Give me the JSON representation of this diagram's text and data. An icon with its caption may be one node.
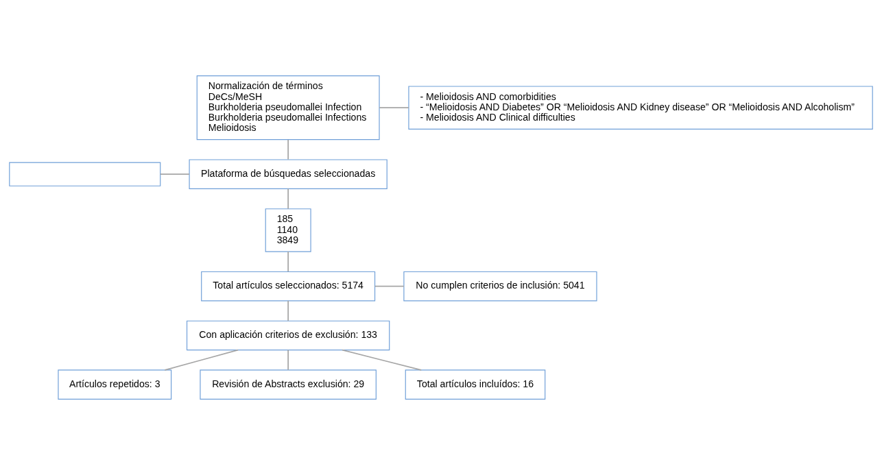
{
  "diagram": {
    "nodes": [
      {
        "text": [
          "Normalización de términos",
          "DeCs/MeSH",
          "Burkholderia pseudomallei Infection",
          "Burkholderia pseudomallei Infections",
          "Melioidosis"
        ]
      },
      {
        "text": [
          "- Melioidosis AND comorbidities",
          "- “Melioidosis AND Diabetes” OR “Melioidosis AND Kidney disease” OR “Melioidosis AND Alcoholism”",
          "- Melioidosis AND Clinical difficulties"
        ]
      },
      {
        "text": [],
        "shape": "box"
      },
      {
        "text": [
          "Plataforma de búsquedas seleccionadas"
        ]
      },
      {
        "text": [
          "185",
          "1140",
          "3849"
        ]
      },
      {
        "text": [
          "Total artículos seleccionados: 5174"
        ]
      },
      {
        "text": [
          "No cumplen criterios de inclusión: 5041"
        ]
      },
      {
        "text": [
          "Con aplicación criterios de exclusión: 133"
        ]
      },
      {
        "text": [
          "Artículos repetidos: 3"
        ]
      },
      {
        "text": [
          "Revisión de Abstracts exclusión: 29"
        ]
      },
      {
        "text": [
          "Total artículos incluídos: 16"
        ]
      }
    ],
    "edges": [
      {
        "from": 0,
        "to": 1,
        "arrow": "none"
      },
      {
        "from": 0,
        "to": 3,
        "arrow": "none"
      },
      {
        "from": 2,
        "to": 3,
        "arrow": "none"
      },
      {
        "from": 3,
        "to": 4,
        "arrow": "none"
      },
      {
        "from": 4,
        "to": 5,
        "arrow": "none"
      },
      {
        "from": 5,
        "to": 6,
        "arrow": "none"
      },
      {
        "from": 5,
        "to": 7,
        "arrow": "none"
      },
      {
        "from": 7,
        "to": 8,
        "arrow": "none"
      },
      {
        "from": 7,
        "to": 9,
        "arrow": "none"
      },
      {
        "from": 7,
        "to": 10,
        "arrow": "none"
      }
    ]
  }
}
